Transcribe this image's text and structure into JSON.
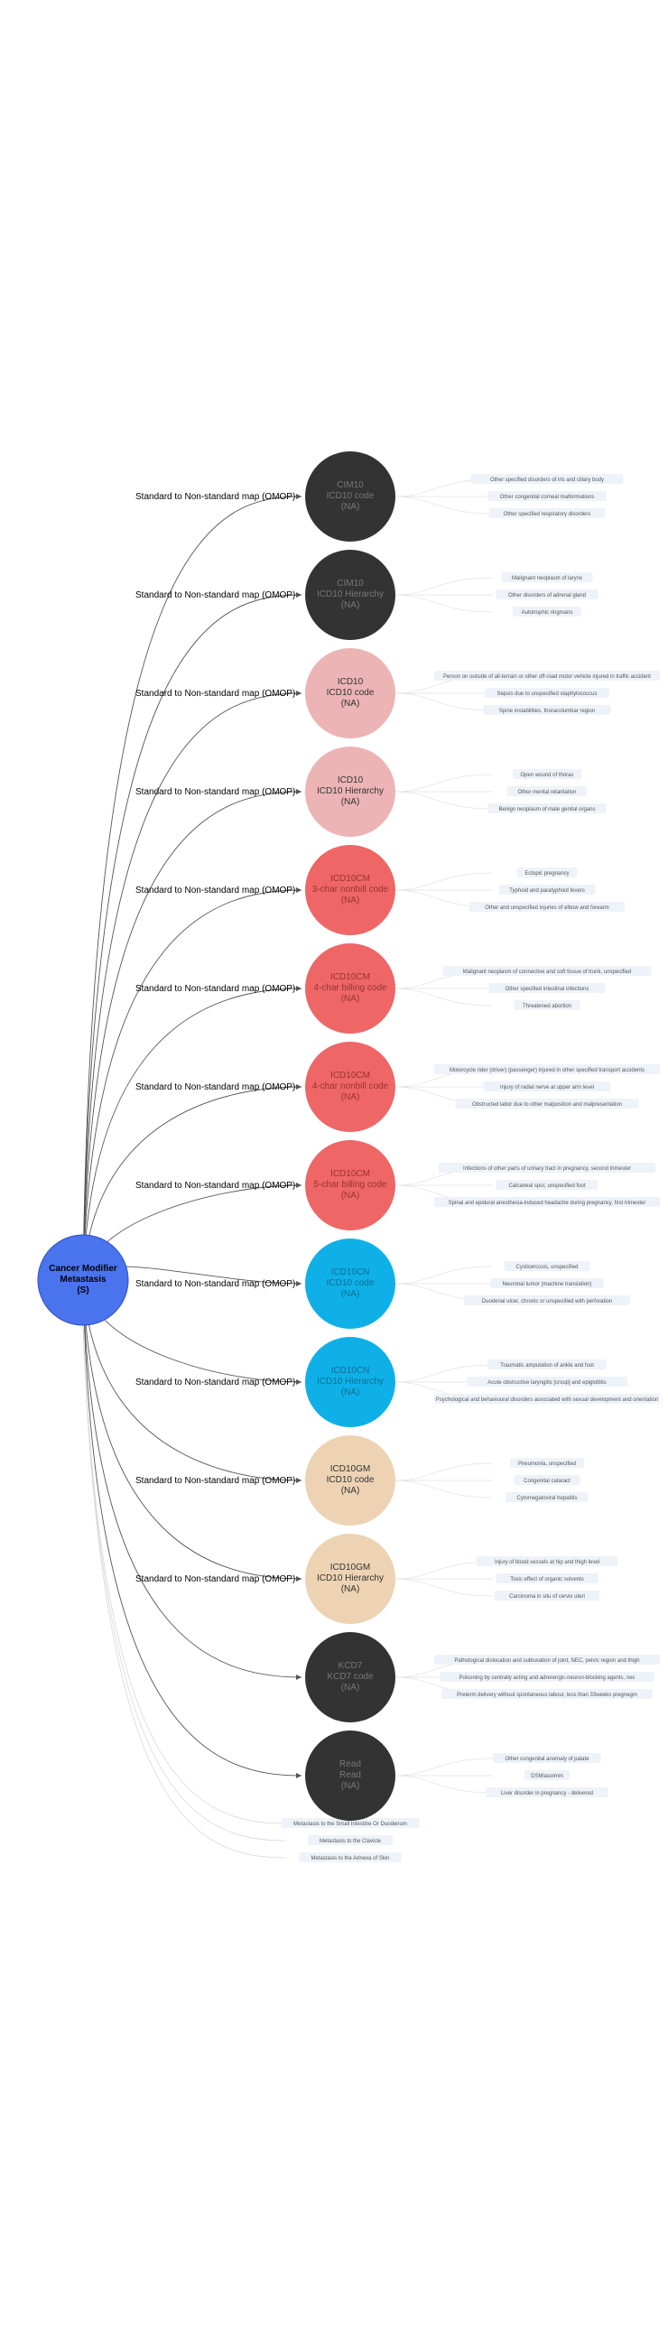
{
  "root": {
    "lines": [
      "Cancer Modifier",
      "Metastasis",
      "(S)"
    ],
    "color": "#4a73ee",
    "text_color": "#000000"
  },
  "edge_label": "Standard to Non-standard map (OMOP)",
  "nodes": [
    {
      "lines": [
        "CIM10",
        "ICD10 code",
        "(NA)"
      ],
      "color": "#333333",
      "text_color": "#777777",
      "leaves": [
        "Other specified disorders of iris and ciliary body",
        "Other congenital corneal malformations",
        "Other specified respiratory disorders"
      ]
    },
    {
      "lines": [
        "CIM10",
        "ICD10 Hierarchy",
        "(NA)"
      ],
      "color": "#333333",
      "text_color": "#777777",
      "leaves": [
        "Malignant neoplasm of larynx",
        "Other disorders of adrenal gland",
        "Autotrophic ringmans"
      ]
    },
    {
      "lines": [
        "ICD10",
        "ICD10 code",
        "(NA)"
      ],
      "color": "#ecb4b4",
      "text_color": "#333333",
      "leaves": [
        "Person on outside of all-terrain or other off-road motor vehicle injured in traffic accident",
        "Sepsis due to unspecified staphylococcus",
        "Spine instabilities, thoracolumbar region"
      ]
    },
    {
      "lines": [
        "ICD10",
        "ICD10 Hierarchy",
        "(NA)"
      ],
      "color": "#ecb4b4",
      "text_color": "#333333",
      "leaves": [
        "Open wound of thorax",
        "Other mental retardation",
        "Benign neoplasm of male genital organs"
      ]
    },
    {
      "lines": [
        "ICD10CM",
        "3-char nonbill code",
        "(NA)"
      ],
      "color": "#ee6666",
      "text_color": "#993333",
      "leaves": [
        "Ectopic pregnancy",
        "Typhoid and paratyphoid fevers",
        "Other and unspecified injuries of elbow and forearm"
      ]
    },
    {
      "lines": [
        "ICD10CM",
        "4-char billing code",
        "(NA)"
      ],
      "color": "#ee6666",
      "text_color": "#993333",
      "leaves": [
        "Malignant neoplasm of connective and soft tissue of trunk, unspecified",
        "Other specified intestinal infections",
        "Threatened abortion"
      ]
    },
    {
      "lines": [
        "ICD10CM",
        "4-char nonbill code",
        "(NA)"
      ],
      "color": "#ee6666",
      "text_color": "#993333",
      "leaves": [
        "Motorcycle rider (driver) (passenger) injured in other specified transport accidents",
        "Injury of radial nerve at upper arm level",
        "Obstructed labor due to other malposition and malpresentation"
      ]
    },
    {
      "lines": [
        "ICD10CM",
        "5-char billing code",
        "(NA)"
      ],
      "color": "#ee6666",
      "text_color": "#993333",
      "leaves": [
        "Infections of other parts of urinary tract in pregnancy, second trimester",
        "Calcaneal spur, unspecified foot",
        "Spinal and epidural anesthesia-induced headache during pregnancy, first trimester"
      ]
    },
    {
      "lines": [
        "ICD10CN",
        "ICD10 code",
        "(NA)"
      ],
      "color": "#0fb0e8",
      "text_color": "#0a6e92",
      "leaves": [
        "Cysticercosis, unspecified",
        "Neuronal tumor (machine translation)",
        "Duodenal ulcer, chronic or unspecified with perforation"
      ]
    },
    {
      "lines": [
        "ICD10CN",
        "ICD10 Hierarchy",
        "(NA)"
      ],
      "color": "#0fb0e8",
      "text_color": "#0a6e92",
      "leaves": [
        "Traumatic amputation of ankle and foot",
        "Acute obstructive laryngitis [croup] and epiglottitis",
        "Psychological and behavioural disorders associated with sexual development and orientation"
      ]
    },
    {
      "lines": [
        "ICD10GM",
        "ICD10 code",
        "(NA)"
      ],
      "color": "#edd3b3",
      "text_color": "#333333",
      "leaves": [
        "Pneumonia, unspecified",
        "Congenital cataract",
        "Cytomegaloviral hepatitis"
      ]
    },
    {
      "lines": [
        "ICD10GM",
        "ICD10 Hierarchy",
        "(NA)"
      ],
      "color": "#edd3b3",
      "text_color": "#333333",
      "leaves": [
        "Injury of blood vessels at hip and thigh level",
        "Toxic effect of organic solvents",
        "Carcinoma in situ of cervix uteri"
      ]
    },
    {
      "lines": [
        "KCD7",
        "KCD7 code",
        "(NA)"
      ],
      "color": "#333333",
      "text_color": "#777777",
      "leaves": [
        "Pathological dislocation and subluxation of joint, NEC, pelvic region and thigh",
        "Poisoning by centrally acting and adrenergic-neuron-blocking agents, nec",
        "Preterm delivery without spontaneous labour, less than 33weeks pregnegm"
      ]
    },
    {
      "lines": [
        "Read",
        "Read",
        "(NA)"
      ],
      "color": "#333333",
      "text_color": "#777777",
      "leaves": [
        "Other congenital anomaly of palate",
        "DSMiasolmm",
        "Liver disorder in pregnancy - delivered"
      ]
    }
  ],
  "edge_labeled": [
    true,
    true,
    true,
    true,
    true,
    true,
    true,
    true,
    true,
    true,
    true,
    true,
    false,
    false
  ],
  "root_leaves": [
    "Metastasis to the Small Intestine Or Duodenum",
    "Metastasis to the Clavicle",
    "Metastasis to the Adnexa of Skin"
  ]
}
